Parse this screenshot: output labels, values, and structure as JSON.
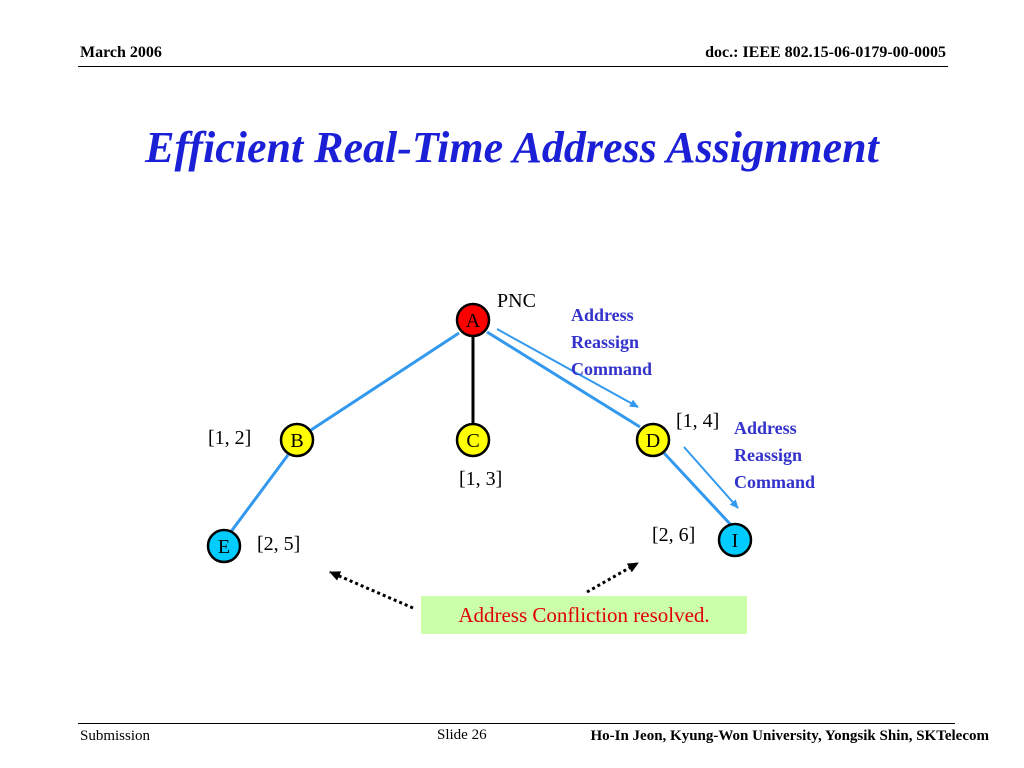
{
  "header": {
    "left": "March 2006",
    "right": "doc.: IEEE 802.15-06-0179-00-0005"
  },
  "title": "Efficient Real-Time Address Assignment",
  "diagram": {
    "nodes": {
      "A": {
        "label": "A",
        "color": "#ff0000"
      },
      "B": {
        "label": "B",
        "color": "#ffff00"
      },
      "C": {
        "label": "C",
        "color": "#ffff00"
      },
      "D": {
        "label": "D",
        "color": "#ffff00"
      },
      "E": {
        "label": "E",
        "color": "#00ccff"
      },
      "I": {
        "label": "I",
        "color": "#00ccff"
      }
    },
    "pnc_label": "PNC",
    "addresses": {
      "B": "[1, 2]",
      "C": "[1, 3]",
      "D": "[1, 4]",
      "E": "[2, 5]",
      "I": "[2, 6]"
    },
    "command_top": [
      "Address",
      "Reassign",
      "Command"
    ],
    "command_right": [
      "Address",
      "Reassign",
      "Command"
    ],
    "resolved": "Address Confliction resolved.",
    "colors": {
      "link": "#3399ee",
      "command_text": "#3333cc",
      "resolved_text": "#e00000",
      "resolved_bg": "#ccffaa"
    }
  },
  "footer": {
    "left": "Submission",
    "slide": "Slide 26",
    "right": "Ho-In Jeon, Kyung-Won University, Yongsik Shin, SKTelecom"
  }
}
